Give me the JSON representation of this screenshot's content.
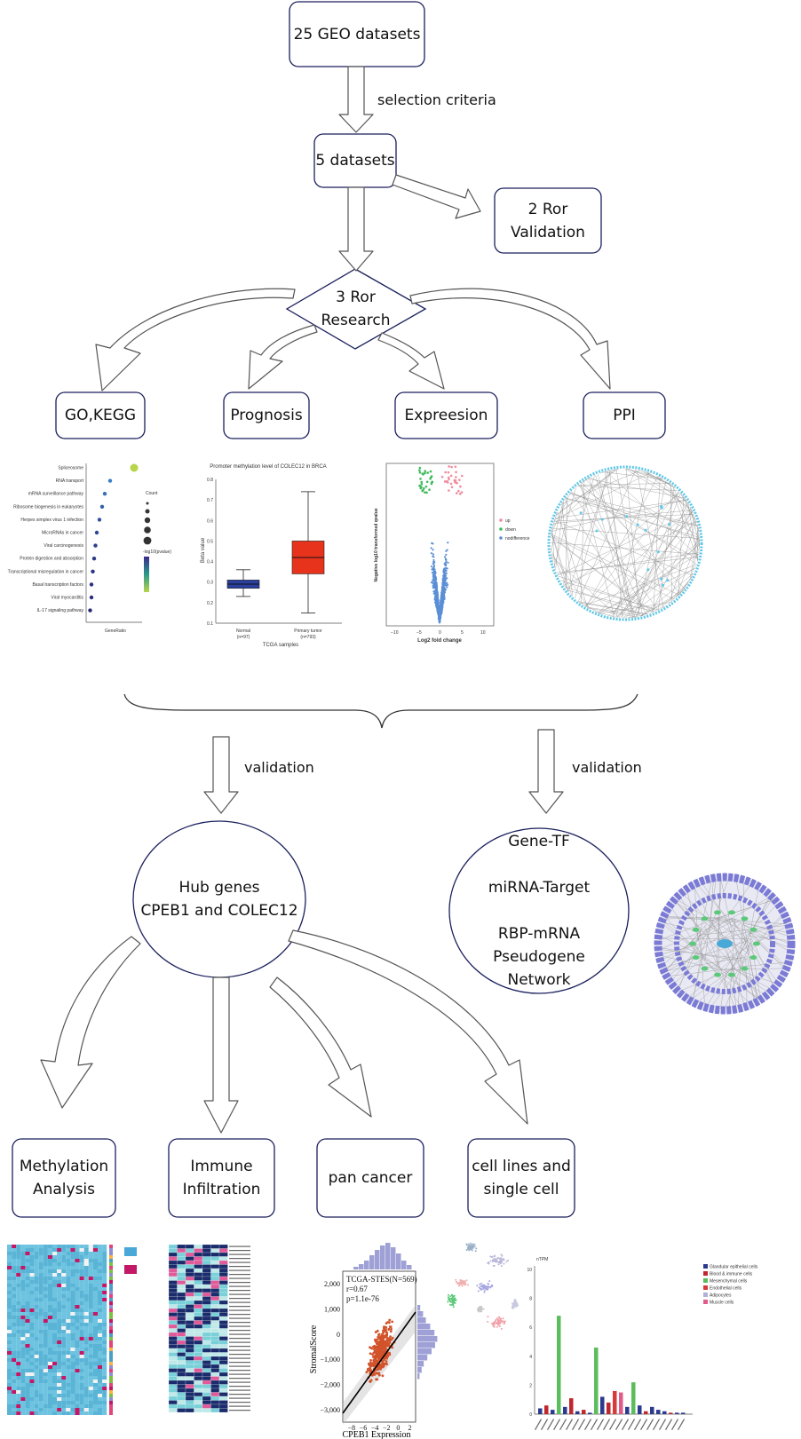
{
  "nodes": {
    "geo": "25 GEO datasets",
    "five": "5 datasets",
    "validation_ror": "2 Ror\nValidation",
    "research_ror": "3 Ror\nResearch",
    "go_kegg": "GO,KEGG",
    "prognosis": "Prognosis",
    "expression": "Expreesion",
    "ppi": "PPI",
    "hub": "Hub genes\nCPEB1 and COLEC12",
    "network": "Gene-TF\n\nmiRNA-Target\n\nRBP-mRNA Pseudogene\nNetwork",
    "methylation": "Methylation\nAnalysis",
    "immune": "Immune\nInfiltration",
    "pan": "pan cancer",
    "cells": "cell lines and\nsingle cell"
  },
  "edge_labels": {
    "selection": "selection criteria",
    "validation_left": "validation",
    "validation_right": "validation"
  },
  "figures": {
    "dotplot": {
      "terms": [
        "Spliceosome",
        "RNA transport",
        "mRNA surveillance pathway",
        "Ribosome biogenesis in eukaryotes",
        "Herpes simplex virus 1 infection",
        "MicroRNAs in cancer",
        "Viral carcinogenesis",
        "Protein digestion and absorption",
        "Transcriptional misregulation in cancer",
        "Basal transcription factors",
        "Viral myocarditis",
        "IL-17 signaling pathway"
      ],
      "gene_ratio": [
        0.36,
        0.18,
        0.14,
        0.12,
        0.1,
        0.08,
        0.07,
        0.06,
        0.05,
        0.04,
        0.04,
        0.03
      ],
      "xlabel": "GeneRatio",
      "legend_count": "Count",
      "legend_p": "-log10(pvalue)"
    },
    "boxplot": {
      "title": "Promoter methylation level of COLEC12 in BRCA",
      "ylabel": "Beta value",
      "xlabel": "TCGA samples",
      "groups": [
        {
          "name": "Normal",
          "n": "(n=97)",
          "min": 0.23,
          "q1": 0.27,
          "median": 0.29,
          "q3": 0.31,
          "max": 0.36,
          "color": "#2a3f9e"
        },
        {
          "name": "Primary tumor",
          "n": "(n=793)",
          "min": 0.15,
          "q1": 0.34,
          "median": 0.42,
          "q3": 0.5,
          "max": 0.74,
          "color": "#e8331c"
        }
      ],
      "yticks": [
        "0.1",
        "0.2",
        "0.3",
        "0.4",
        "0.5",
        "0.6",
        "0.7",
        "0.8"
      ]
    },
    "volcano": {
      "xlabel": "Log2 fold change",
      "ylabel": "Negative log10 transformed qvalue",
      "legend": [
        "up",
        "down",
        "nodifference"
      ]
    },
    "scatter": {
      "annotation": [
        "TCGA-STES(N=569)",
        "r=0.67",
        "p=1.1e-76"
      ],
      "xlabel": "CPEB1 Expression",
      "ylabel": "StromalScore",
      "xticks": [
        "−8",
        "−6",
        "−4",
        "−2",
        "0",
        "2"
      ],
      "yticks": [
        "2,000",
        "1,000",
        "0",
        "−1,000",
        "−2,000",
        "−3,000"
      ]
    },
    "barchart": {
      "ylabel": "nTPM",
      "yticks": [
        "10",
        "8",
        "6",
        "4",
        "2",
        "0"
      ],
      "legend": [
        {
          "name": "Glandular epithelial cells",
          "color": "#2b3a8f"
        },
        {
          "name": "Blood & immune cells",
          "color": "#c0272d"
        },
        {
          "name": "Mesenchymal cells",
          "color": "#5bbd5b"
        },
        {
          "name": "Endothelial cells",
          "color": "#d63a3a"
        },
        {
          "name": "Adipocytes",
          "color": "#b0b0d8"
        },
        {
          "name": "Muscle cells",
          "color": "#e05a8a"
        }
      ],
      "values": [
        0.4,
        0.6,
        0.3,
        6.8,
        0.5,
        1.1,
        0.2,
        0.3,
        0.1,
        4.6,
        1.2,
        0.8,
        1.6,
        1.5,
        0.5,
        2.2,
        0.6,
        0.2,
        0.5,
        0.3,
        0.2,
        0.1,
        0.1,
        0.1
      ],
      "colors": [
        "#2b3a8f",
        "#c0272d",
        "#2b3a8f",
        "#5bbd5b",
        "#2b3a8f",
        "#c0272d",
        "#2b3a8f",
        "#c0272d",
        "#2b3a8f",
        "#5bbd5b",
        "#2b3a8f",
        "#c0272d",
        "#d63a3a",
        "#e05a8a",
        "#2b3a8f",
        "#5bbd5b",
        "#2b3a8f",
        "#c0272d",
        "#2b3a8f",
        "#2b3a8f",
        "#2b3a8f",
        "#c0272d",
        "#2b3a8f",
        "#2b3a8f"
      ]
    }
  },
  "colors": {
    "border": "#1a1f5c",
    "arrow": "#555555",
    "network_outer": "#7b7bd6",
    "network_inner": "#5cc97a",
    "network_core": "#4aa8d8",
    "ppi_ring": "#5ec8e8"
  }
}
